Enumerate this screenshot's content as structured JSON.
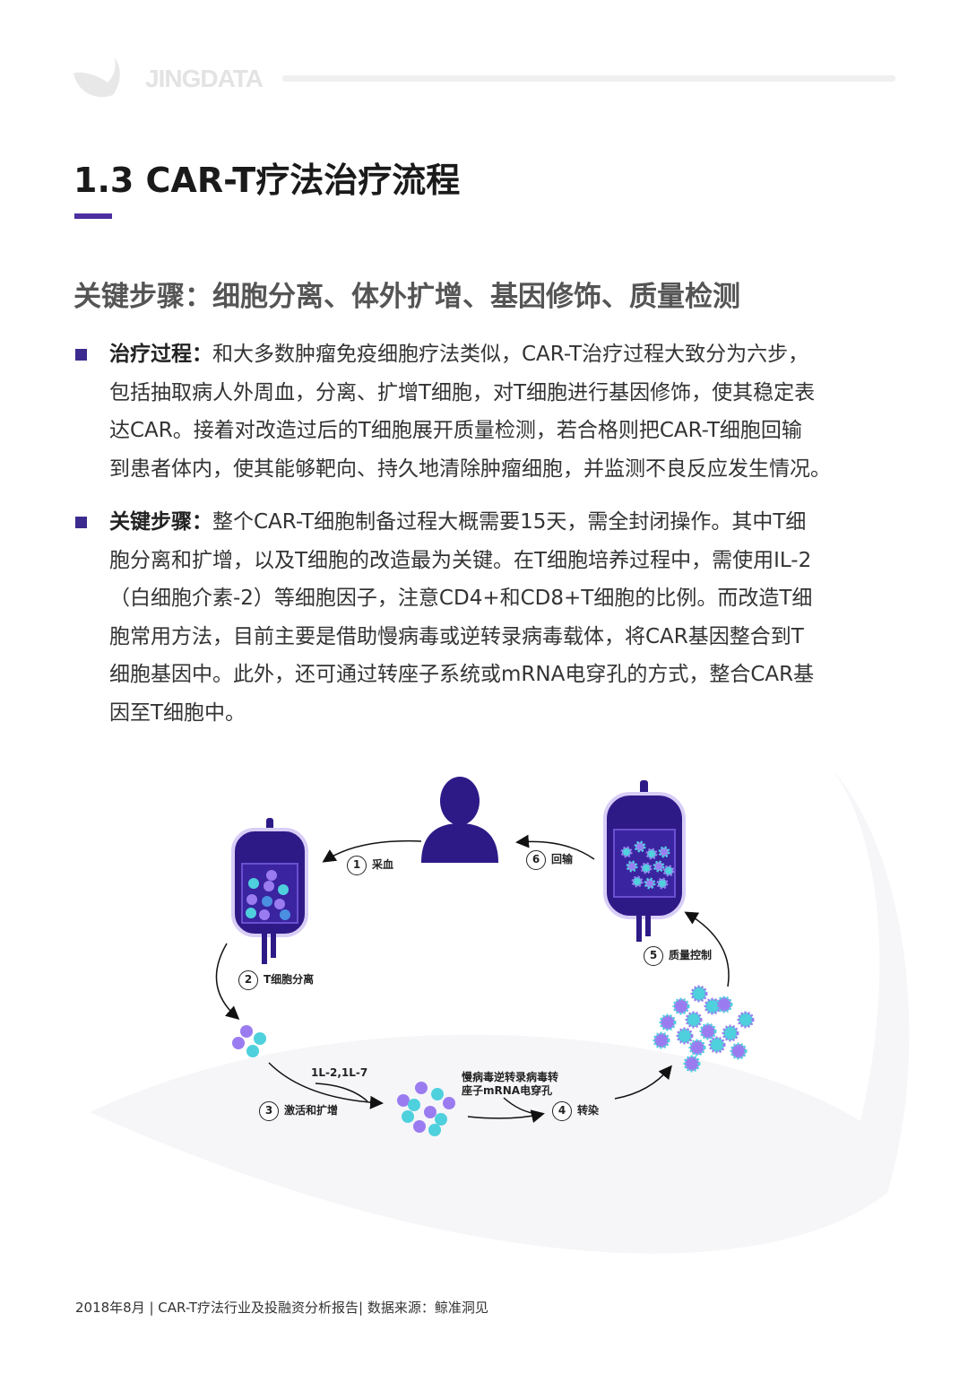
{
  "header": {
    "logo": "JINGDATA"
  },
  "title": "1.3 CAR-T疗法治疗流程",
  "subtitle": "关键步骤：细胞分离、体外扩增、基因修饰、质量检测",
  "sections": [
    {
      "label": "治疗过程：",
      "lines": [
        "和大多数肿瘤免疫细胞疗法类似，CAR-T治疗过程大致分为六步，",
        "包括抽取病人外周血，分离、扩增T细胞，对T细胞进行基因修饰，使其稳定表",
        "达CAR。接着对改造过后的T细胞展开质量检测，若合格则把CAR-T细胞回输",
        "到患者体内，使其能够靶向、持久地清除肿瘤细胞，并监测不良反应发生情况。"
      ]
    },
    {
      "label": "关键步骤：",
      "lines": [
        "整个CAR-T细胞制备过程大概需要15天，需全封闭操作。其中T细",
        "胞分离和扩增，以及T细胞的改造最为关键。在T细胞培养过程中，需使用IL-2",
        "（白细胞介素-2）等细胞因子，注意CD4+和CD8+T细胞的比例。而改造T细",
        "胞常用方法，目前主要是借助慢病毒或逆转录病毒载体，将CAR基因整合到T",
        "细胞基因中。此外，还可通过转座子系统或mRNA电穿孔的方式，整合CAR基",
        "因至T细胞中。"
      ]
    }
  ],
  "diagram": {
    "steps": [
      {
        "num": "1",
        "label": "采血"
      },
      {
        "num": "2",
        "label": "T细胞分离"
      },
      {
        "num": "3",
        "label": "激活和扩增"
      },
      {
        "num": "4",
        "label": "转染"
      },
      {
        "num": "5",
        "label": "质量控制"
      },
      {
        "num": "6",
        "label": "回输"
      }
    ],
    "cytokines": "1L-2,1L-7",
    "vector_line1": "慢病毒逆转录病毒转",
    "vector_line2": "座子mRNA电穿孔",
    "colors": {
      "bag": "#2e1a87",
      "purple": "#9b7cf0",
      "cyan": "#4fd0dd"
    }
  },
  "footer": "2018年8月 | CAR-T疗法行业及投融资分析报告| 数据来源：鲸准洞见"
}
